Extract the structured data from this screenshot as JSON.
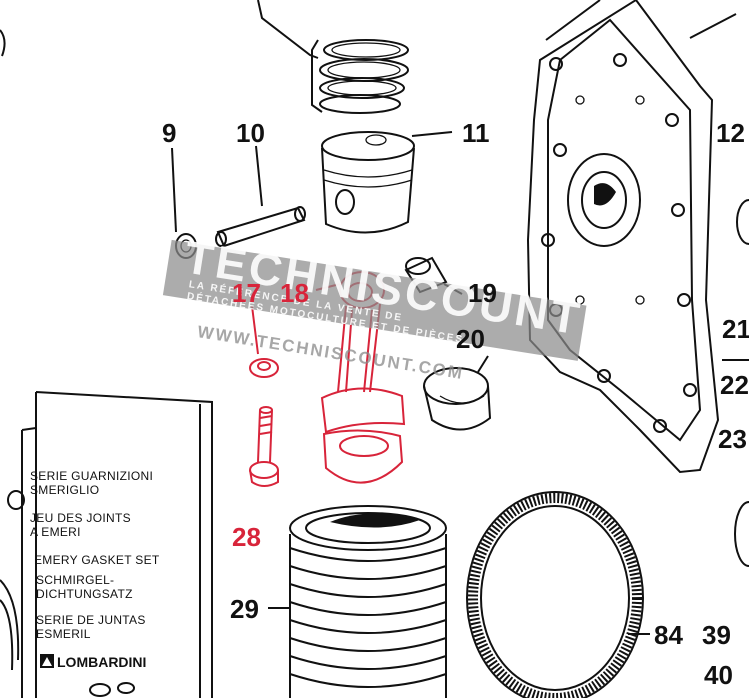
{
  "parts": {
    "p9": "9",
    "p10": "10",
    "p11": "11",
    "p12": "12",
    "p17": "17",
    "p18": "18",
    "p19": "19",
    "p20": "20",
    "p21": "21",
    "p22": "22",
    "p23": "23",
    "p28": "28",
    "p29": "29",
    "p84": "84",
    "p39": "39",
    "p40": "40"
  },
  "gasket_set_card": {
    "lines": [
      "SERIE GUARNIZIONI",
      "SMERIGLIO",
      "JEU DES JOINTS",
      "A EMERI",
      "EMERY GASKET SET",
      "SCHMIRGEL-",
      "DICHTUNGSATZ",
      "SERIE DE JUNTAS",
      "ESMERIL"
    ],
    "brand": "LOMBARDINI"
  },
  "watermark": {
    "title": "TECHNISCOUNT",
    "sub1": "LA RÉFÉRENCE DE LA VENTE DE",
    "sub2": "DÉTACHÉES MOTOCULTURE ET DE PIÈCES",
    "url": "WWW.TECHNISCOUNT.COM"
  },
  "colors": {
    "highlight": "#d8243a",
    "line": "#111111",
    "watermark_band": "#8c8c8c"
  }
}
